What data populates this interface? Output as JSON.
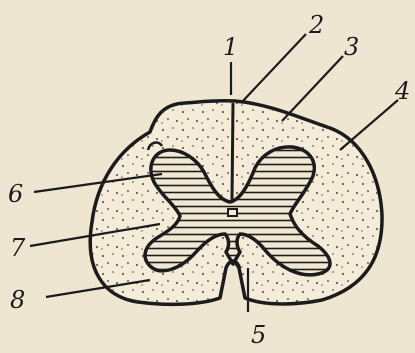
{
  "figure": {
    "title": "",
    "labels": [
      {
        "id": "label-1",
        "text": "1"
      },
      {
        "id": "label-2",
        "text": "2"
      },
      {
        "id": "label-3",
        "text": "3"
      },
      {
        "id": "label-4",
        "text": "4"
      },
      {
        "id": "label-5",
        "text": "5"
      },
      {
        "id": "label-6",
        "text": "6"
      },
      {
        "id": "label-7",
        "text": "7"
      },
      {
        "id": "label-8",
        "text": "8"
      }
    ]
  },
  "colors": {
    "paper": "#efe6d1",
    "ink": "#1b1b1b",
    "white_matter": "#f4ecd9",
    "grey_matter": "#f1e8d4"
  }
}
